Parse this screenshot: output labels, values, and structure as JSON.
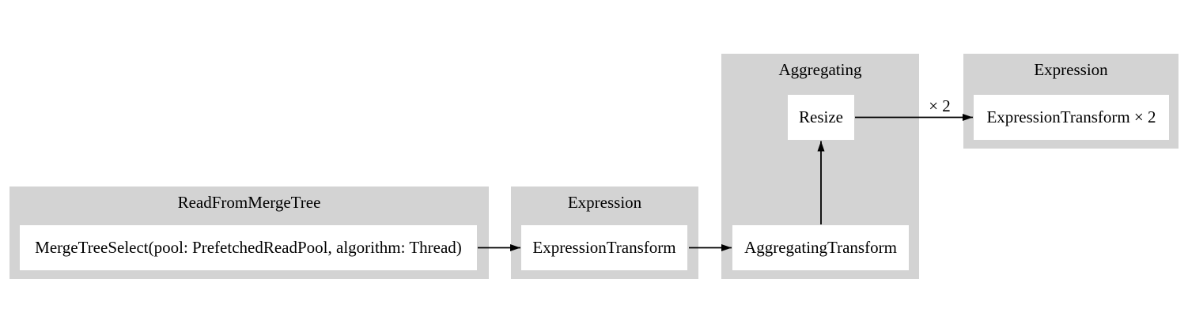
{
  "diagram": {
    "type": "pipeline-graph",
    "colors": {
      "background": "#ffffff",
      "cluster_fill": "#d3d3d3",
      "node_fill": "#ffffff",
      "text": "#000000",
      "edge": "#000000"
    },
    "clusters": [
      {
        "title": "ReadFromMergeTree",
        "nodes": [
          {
            "label": "MergeTreeSelect(pool: PrefetchedReadPool, algorithm: Thread)"
          }
        ]
      },
      {
        "title": "Expression",
        "nodes": [
          {
            "label": "ExpressionTransform"
          }
        ]
      },
      {
        "title": "Aggregating",
        "nodes": [
          {
            "label": "AggregatingTransform"
          },
          {
            "label": "Resize"
          }
        ]
      },
      {
        "title": "Expression",
        "nodes": [
          {
            "label": "ExpressionTransform × 2"
          }
        ]
      }
    ],
    "edges": [
      {
        "from": "MergeTreeSelect(pool: PrefetchedReadPool, algorithm: Thread)",
        "to": "ExpressionTransform",
        "label": ""
      },
      {
        "from": "ExpressionTransform",
        "to": "AggregatingTransform",
        "label": ""
      },
      {
        "from": "AggregatingTransform",
        "to": "Resize",
        "label": ""
      },
      {
        "from": "Resize",
        "to": "ExpressionTransform × 2",
        "label": "× 2"
      }
    ]
  }
}
